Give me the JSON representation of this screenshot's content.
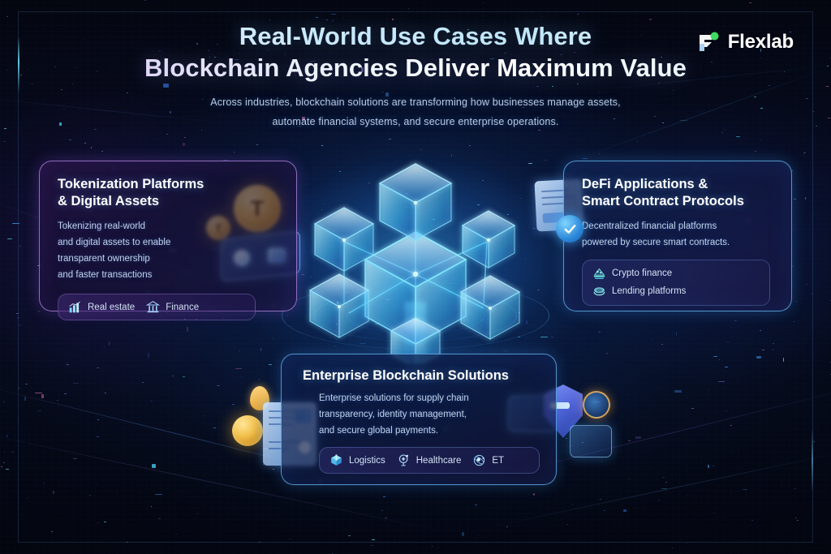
{
  "brand": {
    "name": "Flexlab",
    "mark_icon": "flexlab-f-mark-icon",
    "accent_green": "#3ddc60",
    "mark_color": "#ffffff"
  },
  "header": {
    "title_line1": "Real-World Use Cases Where",
    "title_line2": "Blockchain Agencies Deliver Maximum Value",
    "title_line2_part_a": "Blockchain Agencies Deliver ",
    "title_line2_part_b": "Maximum Value",
    "subtitle_line1": "Across industries, blockchain solutions are transforming how businesses manage assets,",
    "subtitle_line2": "automate financial systems, and secure enterprise operations."
  },
  "cards": [
    {
      "id": "tokenization",
      "title_line1": "Tokenization Platforms",
      "title_line2": "& Digital Assets",
      "description": "Tokenizing real-world and digital assets to enable transparent ownership and faster transactions",
      "desc_lines": [
        "Tokenizing real-world",
        "and digital assets to enable",
        "transparent ownership",
        "and faster transactions"
      ],
      "border_color": "#c496f5",
      "tags": [
        {
          "label": "Real estate",
          "icon": "bar-chart-icon"
        },
        {
          "label": "Finance",
          "icon": "bank-icon"
        }
      ]
    },
    {
      "id": "defi",
      "title_line1": "DeFi Applications &",
      "title_line2": "Smart Contract Protocols",
      "description": "Decentralized financial platforms powered by secure smart contracts.",
      "desc_lines": [
        "Decentralized financial platforms",
        "powered by secure smart contracts."
      ],
      "border_color": "#6ec8ff",
      "badge_icon": "verified-check-icon",
      "tags": [
        {
          "label": "Crypto finance",
          "icon": "crypto-stack-icon"
        },
        {
          "label": "Lending platforms",
          "icon": "coin-stack-icon"
        }
      ]
    },
    {
      "id": "enterprise",
      "title_line1": "Enterprise Blockchain Solutions",
      "title_line2": "",
      "description": "Enterprise solutions for supply chain transparency, identity management, and secure global payments.",
      "desc_lines": [
        "Enterprise solutions for supply chain",
        "transparency, identity management,",
        "and secure global payments."
      ],
      "border_color": "#6ec3ff",
      "tags": [
        {
          "label": "Logistics",
          "icon": "package-box-icon"
        },
        {
          "label": "Healthcare",
          "icon": "medical-node-icon"
        },
        {
          "label": "ET",
          "icon": "atom-orbit-icon"
        }
      ]
    }
  ],
  "visual": {
    "center_graphic": "blockchain-cube-network",
    "cube_count": 7,
    "glow_color": "#57e0ff",
    "accent_color": "#2aa8ff"
  },
  "decor": {
    "coin_symbol": "T",
    "coin_label": "tether-coin-icon",
    "shield_label": "security-shield-icon",
    "document_label": "document-card-icon"
  }
}
